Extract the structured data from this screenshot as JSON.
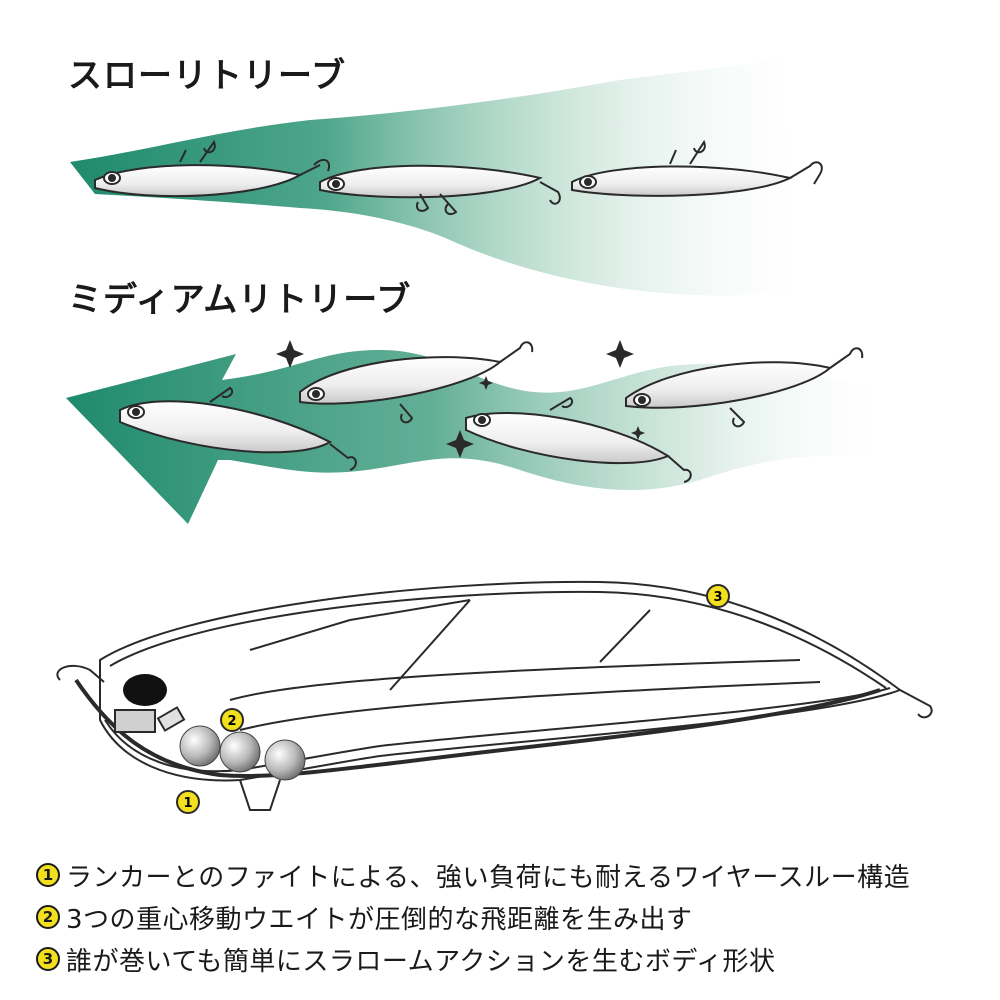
{
  "headings": {
    "slow": "スローリトリーブ",
    "medium": "ミディアムリトリーブ"
  },
  "callouts": {
    "one": "1",
    "two": "2",
    "three": "3"
  },
  "features": [
    {
      "badge": "1",
      "text": "ランカーとのファイトによる、強い負荷にも耐えるワイヤースルー構造"
    },
    {
      "badge": "2",
      "text": "3つの重心移動ウエイトが圧倒的な飛距離を生み出す"
    },
    {
      "badge": "3",
      "text": "誰が巻いても簡単にスラロームアクションを生むボディ形状"
    }
  ],
  "colors": {
    "wake_green": "#1f8a6c",
    "badge_yellow": "#f2df1d",
    "outline": "#2a2a2a"
  },
  "icons": [
    "sparkle-icon",
    "arrow-icon",
    "treble-hook-icon",
    "weight-ball-icon"
  ]
}
